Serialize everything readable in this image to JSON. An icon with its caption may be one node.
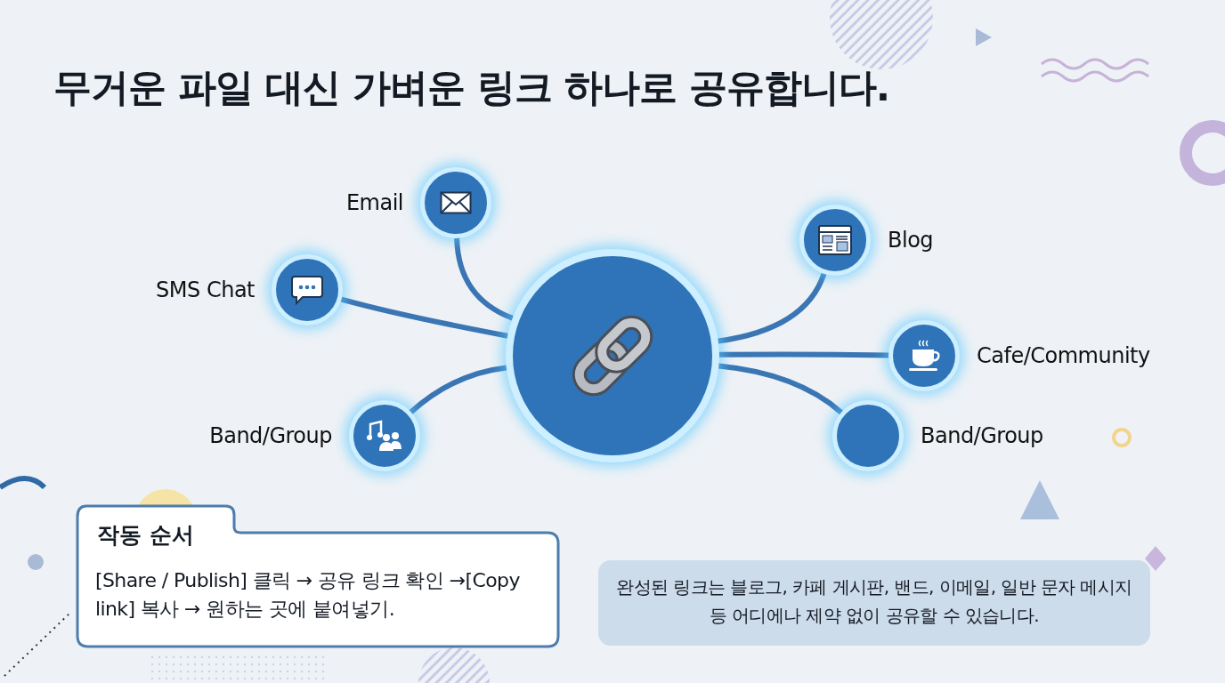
{
  "diagram": {
    "title": "무거운 파일 대신 가벼운 링크 하나로 공유합니다.",
    "nodes": [
      {
        "text": [],
        "shape": "circle"
      },
      {
        "text": [
          "Email"
        ]
      },
      {
        "text": [
          "SMS Chat"
        ]
      },
      {
        "text": [
          "Band/Group"
        ]
      },
      {
        "text": [
          "Blog"
        ]
      },
      {
        "text": [
          "Cafe/Community"
        ]
      },
      {
        "text": [
          "Band/Group"
        ]
      },
      {
        "text": [
          "작동 순서",
          "[Share / Publish] 클릭 → 공유 링크 확인 →[Copy link] 복사 → 원하는 곳에 붙여넣기."
        ]
      },
      {
        "text": [
          "완성된 링크는 블로그, 카페 게시판, 밴드, 이메일, 일반 문자 메시지 등 어디에나 제약 없이 공유할 수 있습니다."
        ]
      }
    ],
    "edges": [
      {
        "from": 0,
        "to": 1,
        "arrow": "none"
      },
      {
        "from": 0,
        "to": 2,
        "arrow": "none"
      },
      {
        "from": 0,
        "to": 3,
        "arrow": "none"
      },
      {
        "from": 0,
        "to": 4,
        "arrow": "none"
      },
      {
        "from": 0,
        "to": 5,
        "arrow": "none"
      },
      {
        "from": 0,
        "to": 6,
        "arrow": "none"
      }
    ]
  }
}
